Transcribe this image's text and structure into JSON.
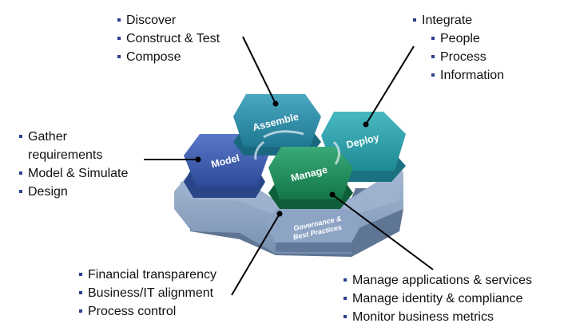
{
  "hexagons": {
    "model": "Model",
    "assemble": "Assemble",
    "deploy": "Deploy",
    "manage": "Manage",
    "governance_line1": "Governance &",
    "governance_line2": "Best Practices"
  },
  "assemble_list": [
    "Discover",
    "Construct & Test",
    "Compose"
  ],
  "integrate_list": {
    "title": "Integrate",
    "items": [
      "People",
      "Process",
      "Information"
    ]
  },
  "model_list": [
    "Gather requirements",
    "Model & Simulate",
    "Design"
  ],
  "governance_list": [
    "Financial transparency",
    "Business/IT alignment",
    "Process control"
  ],
  "manage_list": [
    "Manage applications & services",
    "Manage identity & compliance",
    "Monitor business metrics"
  ],
  "colors": {
    "model": "#3a5aa8",
    "assemble": "#2b8fa8",
    "deploy": "#2a9fa8",
    "manage": "#1e8c5c",
    "base": "#8aa0be"
  }
}
